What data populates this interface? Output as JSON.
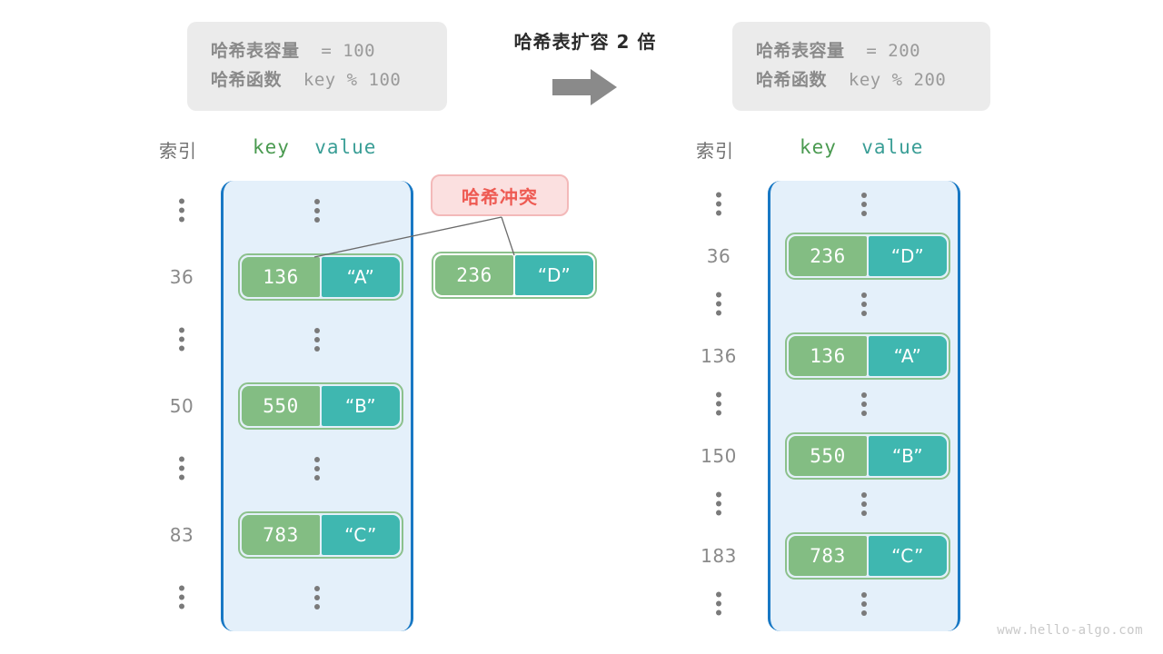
{
  "diagram": {
    "title": "哈希表扩容 2 倍",
    "watermark": "www.hello-algo.com",
    "colors": {
      "bucket_fill": "#e4f0fa",
      "bucket_border": "#1878c4",
      "key_cell": "#83bd83",
      "value_cell": "#3fb7b0",
      "entry_border": "#8cc18c",
      "badge_bg": "#fbe0e0",
      "badge_text": "#ee5a52",
      "info_bg": "#ebebeb",
      "key_label": "#4a9a50",
      "value_label": "#3a9e96"
    }
  },
  "info_left": {
    "capacity_label": "哈希表容量",
    "capacity_value": "= 100",
    "function_label": "哈希函数",
    "function_value": "key % 100"
  },
  "info_right": {
    "capacity_label": "哈希表容量",
    "capacity_value": "= 200",
    "function_label": "哈希函数",
    "function_value": "key % 200"
  },
  "headers": {
    "index": "索引",
    "key": "key",
    "value": "value"
  },
  "collision_badge": {
    "label": "哈希冲突"
  },
  "left_table": {
    "rows": [
      {
        "index": "⋮",
        "type": "dots"
      },
      {
        "index": "36",
        "type": "entry",
        "key": "136",
        "value": "“A”"
      },
      {
        "index": "⋮",
        "type": "dots"
      },
      {
        "index": "50",
        "type": "entry",
        "key": "550",
        "value": "“B”"
      },
      {
        "index": "⋮",
        "type": "dots"
      },
      {
        "index": "83",
        "type": "entry",
        "key": "783",
        "value": "“C”"
      },
      {
        "index": "⋮",
        "type": "dots"
      }
    ]
  },
  "overflow_entry": {
    "key": "236",
    "value": "“D”"
  },
  "right_table": {
    "rows": [
      {
        "index": "⋮",
        "type": "dots"
      },
      {
        "index": "36",
        "type": "entry",
        "key": "236",
        "value": "“D”"
      },
      {
        "index": "⋮",
        "type": "dots"
      },
      {
        "index": "136",
        "type": "entry",
        "key": "136",
        "value": "“A”"
      },
      {
        "index": "⋮",
        "type": "dots"
      },
      {
        "index": "150",
        "type": "entry",
        "key": "550",
        "value": "“B”"
      },
      {
        "index": "⋮",
        "type": "dots"
      },
      {
        "index": "183",
        "type": "entry",
        "key": "783",
        "value": "“C”"
      },
      {
        "index": "⋮",
        "type": "dots"
      }
    ]
  }
}
